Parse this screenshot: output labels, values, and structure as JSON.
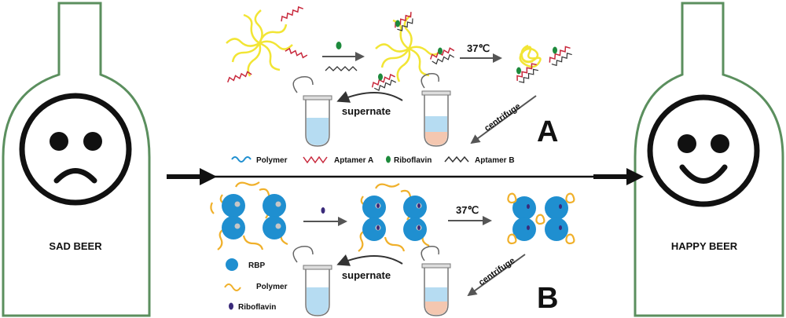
{
  "left_bottle": {
    "label": "SAD BEER",
    "face": "sad"
  },
  "right_bottle": {
    "label": "HAPPY BEER",
    "face": "happy"
  },
  "panel_a": {
    "letter": "A",
    "temperature": "37℃",
    "supernate_label": "supernate",
    "centrifuge_label": "centrifuge"
  },
  "panel_b": {
    "letter": "B",
    "temperature": "37℃",
    "supernate_label": "supernate",
    "centrifuge_label": "centrifuge"
  },
  "legend_a": {
    "polymer": "Polymer",
    "aptamer_a": "Aptamer A",
    "riboflavin": "Riboflavin",
    "aptamer_b": "Aptamer B"
  },
  "legend_b": {
    "rbp": "RBP",
    "polymer": "Polymer",
    "riboflavin": "Riboflavin"
  },
  "colors": {
    "bottle_outline": "#5b8f5e",
    "polymer_a": "#f2e535",
    "aptamer_a": "#c8283c",
    "aptamer_b": "#333333",
    "riboflavin_a": "#1d8a3c",
    "rbp_fill": "#1f8fd0",
    "polymer_b": "#f0b02a",
    "riboflavin_b": "#3a2a7a",
    "arrow": "#333333",
    "tube_liquid": "#b6dcf2",
    "tube_pellet": "#f4c7b0"
  }
}
